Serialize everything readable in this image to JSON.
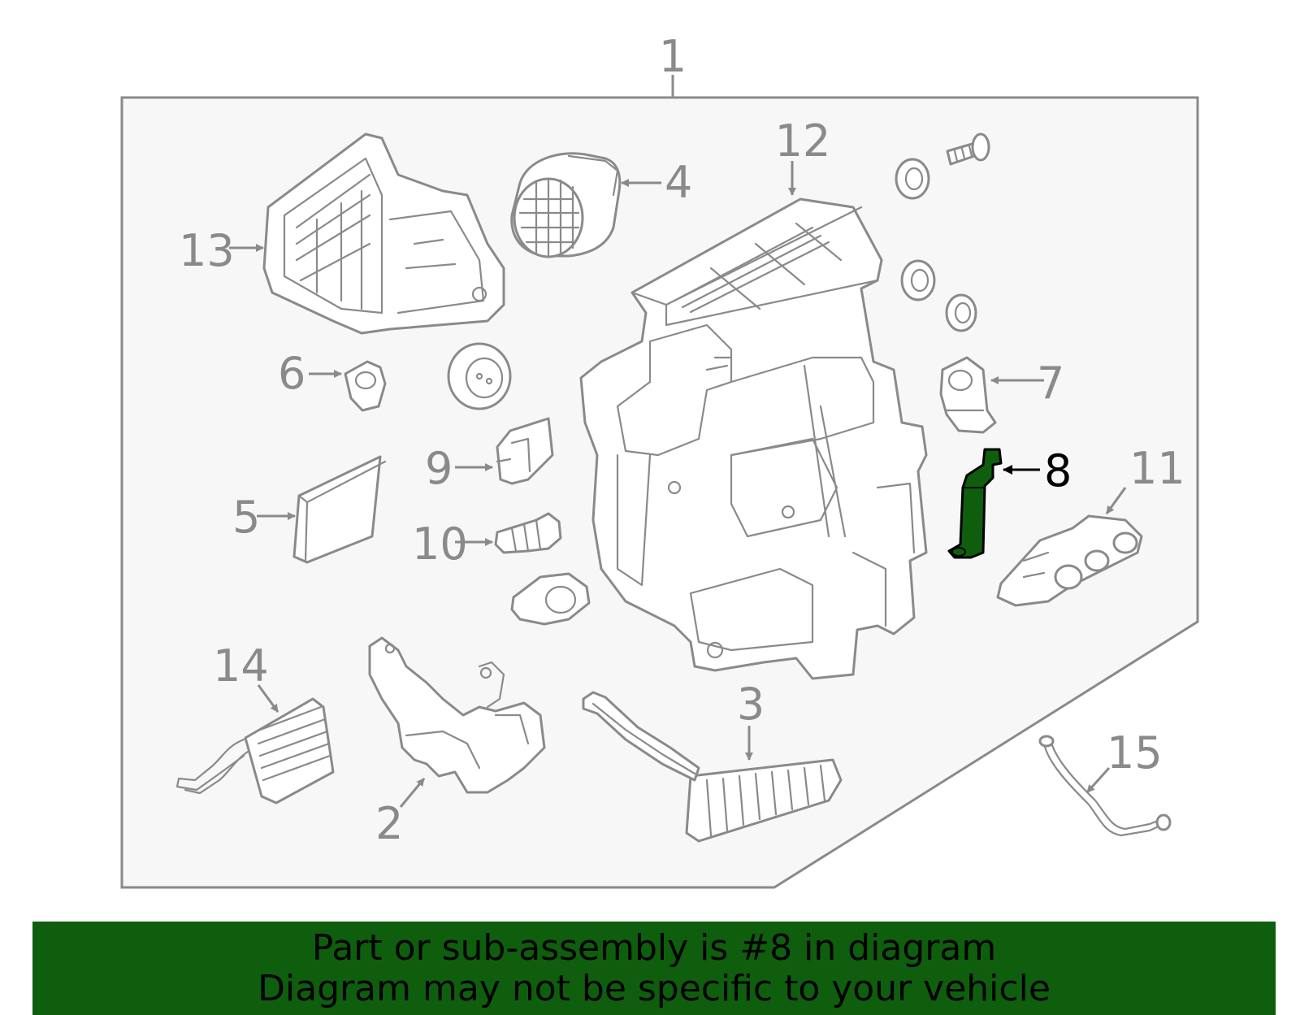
{
  "colors": {
    "highlight": "#0e5e0e",
    "banner": "#0e5e0e",
    "line": "#8a8a8a",
    "panel": "#f7f7f7"
  },
  "diagram": {
    "callouts": {
      "c1": "1",
      "c2": "2",
      "c3": "3",
      "c4": "4",
      "c5": "5",
      "c6": "6",
      "c7": "7",
      "c8": "8",
      "c9": "9",
      "c10": "10",
      "c11": "11",
      "c12": "12",
      "c13": "13",
      "c14": "14",
      "c15": "15"
    },
    "highlighted_part": "8"
  },
  "banner": {
    "line1": "Part or sub-assembly is #8 in diagram",
    "line2": "Diagram may not be specific to your vehicle"
  }
}
